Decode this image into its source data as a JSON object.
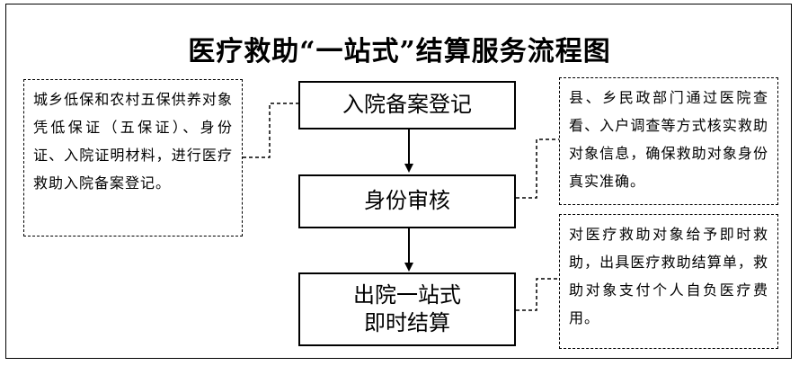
{
  "title": "医疗救助“一站式”结算服务流程图",
  "steps": [
    {
      "label": "入院备案登记"
    },
    {
      "label": "身份审核"
    },
    {
      "label": "出院一站式\n即时结算"
    }
  ],
  "notes": {
    "left": "城乡低保和农村五保供养对象凭低保证（五保证）、身份证、入院证明材料，进行医疗救助入院备案登记。",
    "right_top": "县、乡民政部门通过医院查看、入户调查等方式核实救助对象信息，确保救助对象身份真实准确。",
    "right_bottom": "对医疗救助对象给予即时救助，出具医疗救助结算单，救助对象支付个人自负医疗费用。"
  }
}
